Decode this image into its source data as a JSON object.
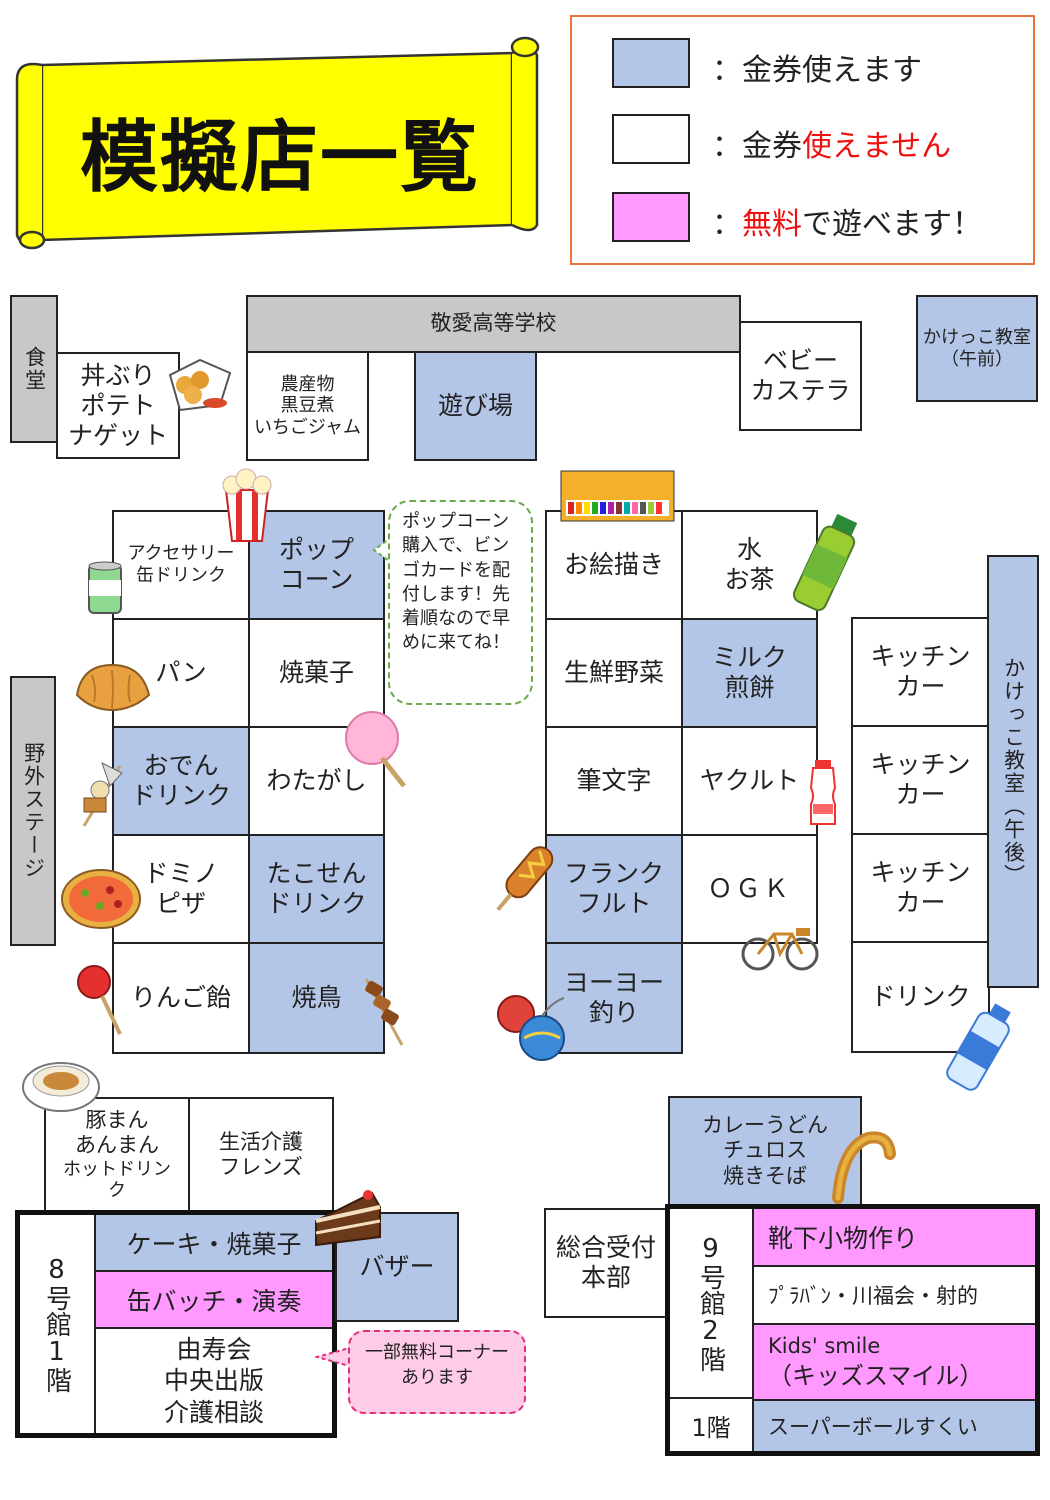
{
  "title": "模擬店一覧",
  "legend": [
    {
      "prefix": "：金券",
      "em": "",
      "suffix": "使えます",
      "color": "#b4c6e7"
    },
    {
      "prefix": "：金券",
      "em": "使えません",
      "suffix": "",
      "color": "#ffffff"
    },
    {
      "prefix": "：",
      "em": "無料",
      "suffix": "で遊べます！",
      "color": "#ff99ff"
    }
  ],
  "top": {
    "shokudo": "食堂",
    "school": "敬愛高等学校",
    "kakekko_am": "かけっこ教室\n（午前）",
    "donburi": "丼ぶり\nポテト\nナゲット",
    "nousan": "農産物\n黒豆煮\nいちごジャム",
    "asobiba": "遊び場",
    "baby": "ベビー\nカステラ"
  },
  "left_grid": {
    "accessory": "アクセサリー\n缶ドリンク",
    "popcorn": "ポップ\nコーン",
    "pan": "パン",
    "yakigashi": "焼菓子",
    "oden": "おでん\nドリンク",
    "watagashi": "わたがし",
    "domino": "ドミノ\nピザ",
    "takosen": "たこせん\nドリンク",
    "ringoame": "りんご飴",
    "yakitori": "焼鳥"
  },
  "popcorn_note": "ポップコーン購入で、ビンゴカードを配付します！先着順なので早めに来てね！",
  "outdoor_stage": "野外ステージ",
  "center_grid": {
    "oekaki": "お絵描き",
    "mizu": "水\nお茶",
    "yasai": "生鮮野菜",
    "milk": "ミルク\n煎餅",
    "fude": "筆文字",
    "yakult": "ヤクルト",
    "frank": "フランク\nフルト",
    "ogk": "ＯＧＫ",
    "yoyo": "ヨーヨー\n釣り"
  },
  "right": {
    "kitchen1": "キッチン\nカー",
    "kitchen2": "キッチン\nカー",
    "kitchen3": "キッチン\nカー",
    "drink": "ドリンク",
    "kakekko_pm": "かけっこ教室（午後）"
  },
  "bottom_left": {
    "butaman_a": "豚まん\nあんまん",
    "butaman_b": "ホットドリンク",
    "seikatsu": "生活介護\nフレンズ",
    "bldg8": "8号館1階",
    "cake": "ケーキ・焼菓子",
    "badge": "缶バッチ・演奏",
    "yujukai": "由寿会\n中央出版\n介護相談",
    "bazaar": "バザー",
    "free_corner": "一部無料コーナー\nあります"
  },
  "bottom_right": {
    "curry": "カレーうどん\nチュロス\n焼きそば",
    "uketsuke": "総合受付\n本部",
    "bldg9": "9号館2階",
    "floor1": "1階",
    "kutsushita": "靴下小物作り",
    "puraban": "ﾌﾟﾗﾊﾞﾝ・川福会・射的",
    "kids_a": "Kids' smile",
    "kids_b": "（キッズスマイル）",
    "superball": "スーパーボールすくい"
  },
  "illustrations": [
    "nugget-icon",
    "popcorn-icon",
    "crayon-icon",
    "tea-bottle-icon",
    "can-drink-icon",
    "bread-icon",
    "cotton-candy-icon",
    "oden-icon",
    "yakult-icon",
    "corn-dog-icon",
    "pizza-icon",
    "bicycle-icon",
    "candy-apple-icon",
    "yakitori-icon",
    "yoyo-balloon-icon",
    "water-bottle-icon",
    "manju-icon",
    "churros-icon",
    "cake-icon"
  ]
}
